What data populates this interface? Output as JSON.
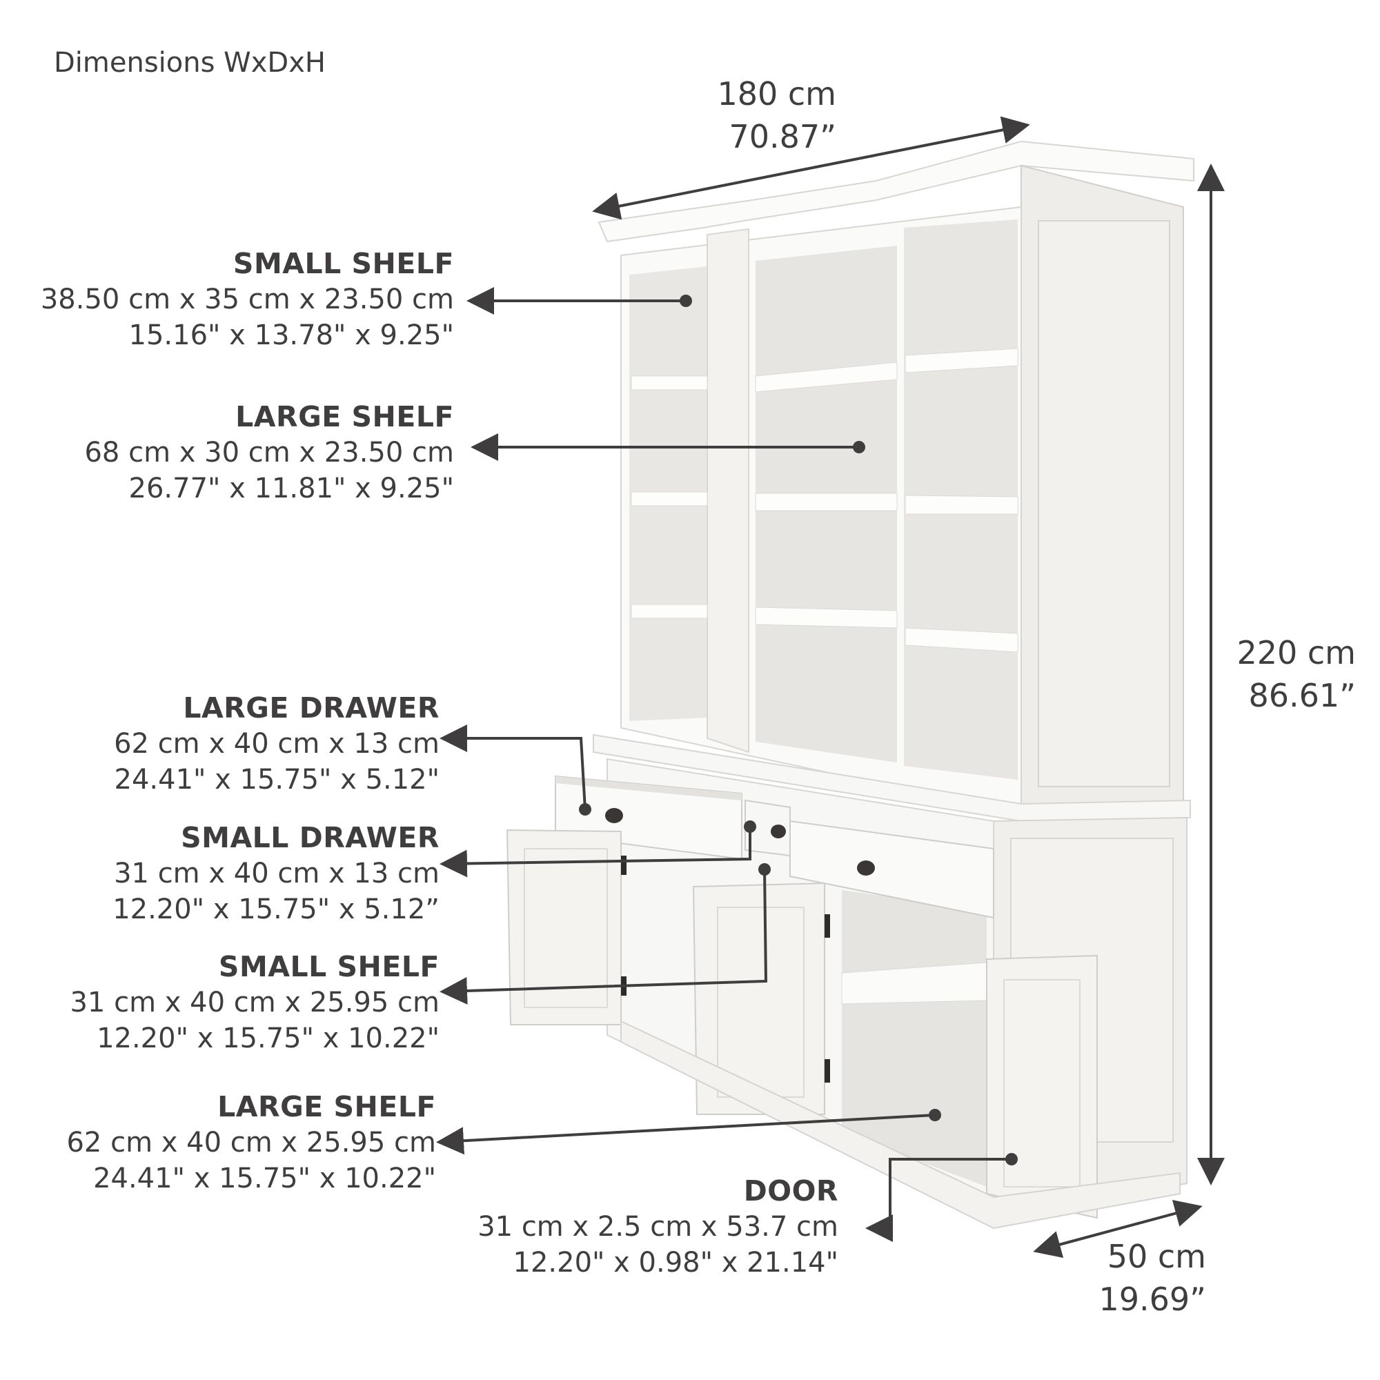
{
  "header": {
    "title": "Dimensions WxDxH"
  },
  "overall": {
    "width": {
      "metric": "180 cm",
      "imperial": "70.87”"
    },
    "height": {
      "metric": "220 cm",
      "imperial": "86.61”"
    },
    "depth": {
      "metric": "50 cm",
      "imperial": "19.69”"
    }
  },
  "callouts": [
    {
      "title": "SMALL SHELF",
      "metric": "38.50 cm x 35 cm x 23.50 cm",
      "imperial": "15.16\" x 13.78\" x 9.25\""
    },
    {
      "title": "LARGE SHELF",
      "metric": "68 cm x 30 cm x 23.50 cm",
      "imperial": "26.77\" x 11.81\" x 9.25\""
    },
    {
      "title": "LARGE DRAWER",
      "metric": "62 cm x 40 cm x 13 cm",
      "imperial": "24.41\" x 15.75\" x 5.12\""
    },
    {
      "title": "SMALL DRAWER",
      "metric": "31 cm x 40 cm x 13 cm",
      "imperial": "12.20\" x 15.75\" x 5.12”"
    },
    {
      "title": "SMALL SHELF",
      "metric": "31 cm x 40 cm x 25.95 cm",
      "imperial": "12.20\" x 15.75\" x 10.22\""
    },
    {
      "title": "LARGE SHELF",
      "metric": "62 cm x 40 cm x 25.95 cm",
      "imperial": "24.41\" x 15.75\" x 10.22\""
    },
    {
      "title": "DOOR",
      "metric": "31 cm x 2.5 cm x 53.7 cm",
      "imperial": "12.20\" x 0.98\" x 21.14\""
    }
  ],
  "colors": {
    "text": "#3f3d3e",
    "line": "#3f3d3e",
    "furniture": "#f7f7f5",
    "furniture_shadow": "#dcdad6",
    "handle": "#3a3634"
  }
}
